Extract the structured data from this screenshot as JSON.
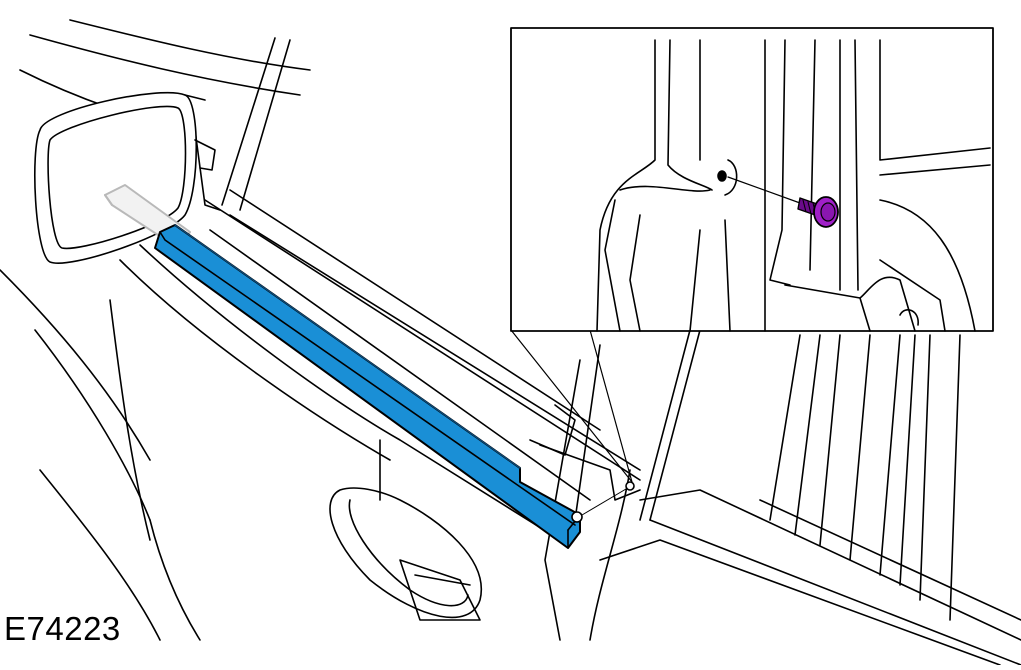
{
  "figure": {
    "id_label": "E74223"
  },
  "colors": {
    "line": "#000000",
    "background": "#ffffff",
    "weatherstrip": "#1a8fd6",
    "weatherstrip_dark": "#0d6fb0",
    "bolt": "#a020c8",
    "bolt_dark": "#6a0a8a",
    "ghost_arrow": "#b9b9b9"
  },
  "parts": [
    {
      "name": "door-window-weatherstrip",
      "highlight_color": "weatherstrip"
    },
    {
      "name": "retaining-bolt",
      "highlight_color": "bolt"
    }
  ]
}
